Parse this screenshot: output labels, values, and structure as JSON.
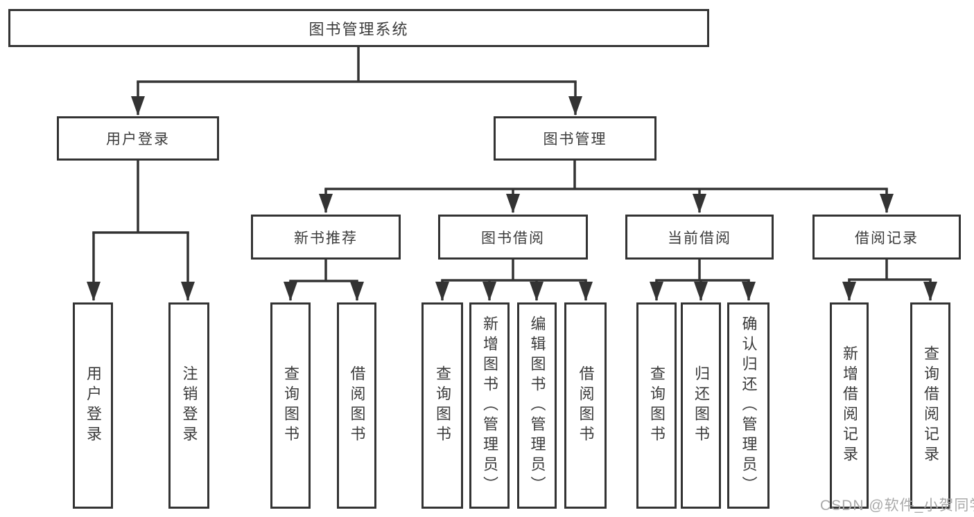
{
  "colors": {
    "line": "#333333",
    "box_border": "#333333",
    "text": "#3b3b3b",
    "background": "#ffffff",
    "watermark": "#a9a9a9"
  },
  "tree": {
    "label": "图书管理系统",
    "children": [
      {
        "label": "用户登录",
        "children": [
          {
            "label": "用户登录"
          },
          {
            "label": "注销登录"
          }
        ]
      },
      {
        "label": "图书管理",
        "children": [
          {
            "label": "新书推荐",
            "children": [
              {
                "label": "查询图书"
              },
              {
                "label": "借阅图书"
              }
            ]
          },
          {
            "label": "图书借阅",
            "children": [
              {
                "label": "查询图书"
              },
              {
                "label": "新增图书（管理员）"
              },
              {
                "label": "编辑图书（管理员）"
              },
              {
                "label": "借阅图书"
              }
            ]
          },
          {
            "label": "当前借阅",
            "children": [
              {
                "label": "查询图书"
              },
              {
                "label": "归还图书"
              },
              {
                "label": "确认归还（管理员）"
              }
            ]
          },
          {
            "label": "借阅记录",
            "children": [
              {
                "label": "新增借阅记录"
              },
              {
                "label": "查询借阅记录"
              }
            ]
          }
        ]
      }
    ]
  },
  "watermark": {
    "text": "CSDN @软件_小贺同学"
  }
}
